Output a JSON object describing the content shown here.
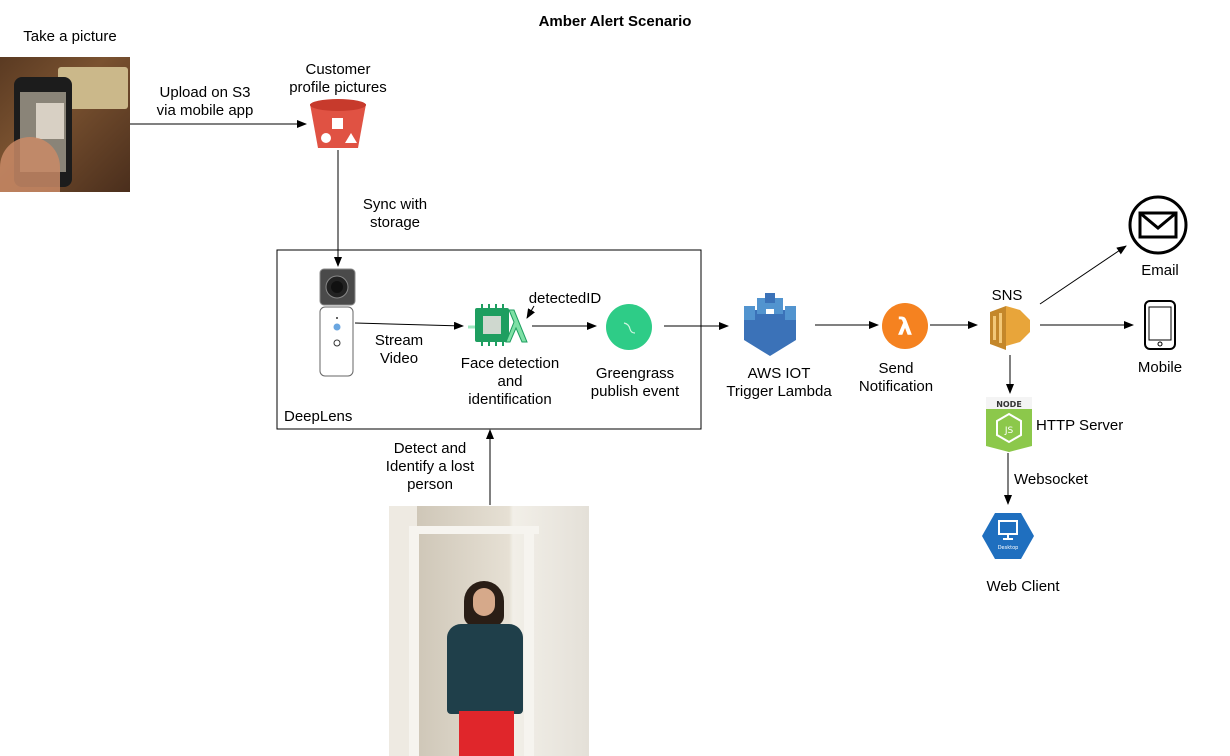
{
  "title": "Amber Alert Scenario",
  "nodes": {
    "take_picture": {
      "label": "Take a picture"
    },
    "s3_bucket": {
      "label_line1": "Customer",
      "label_line2": "profile pictures",
      "color": "#e05243"
    },
    "deeplens_group": {
      "label": "DeepLens"
    },
    "face_detection": {
      "label_line1": "Face detection",
      "label_line2": "and",
      "label_line3": "identification",
      "color": "#3bbf7a"
    },
    "greengrass": {
      "label_line1": "Greengrass",
      "label_line2": "publish event",
      "color": "#2ecc87"
    },
    "aws_iot": {
      "label_line1": "AWS IOT",
      "label_line2": "Trigger Lambda",
      "color": "#3b72b8"
    },
    "lambda": {
      "label_line1": "Send",
      "label_line2": "Notification",
      "color": "#f58220"
    },
    "sns": {
      "label": "SNS",
      "color": "#e8a53a"
    },
    "email": {
      "label": "Email"
    },
    "mobile": {
      "label": "Mobile"
    },
    "http_server": {
      "label": "HTTP Server",
      "badge": "NODE",
      "color": "#8cc84b"
    },
    "web_client": {
      "label": "Web Client",
      "badge": "Desktop",
      "color": "#1f6fbf"
    }
  },
  "edges": {
    "upload": {
      "label_line1": "Upload on S3",
      "label_line2": "via mobile app"
    },
    "sync": {
      "label_line1": "Sync with",
      "label_line2": "storage"
    },
    "stream": {
      "label_line1": "Stream",
      "label_line2": "Video"
    },
    "detected_id": {
      "label": "detectedID"
    },
    "detect": {
      "label_line1": "Detect and",
      "label_line2": "Identify a lost",
      "label_line3": "person"
    },
    "websocket": {
      "label": "Websocket"
    }
  }
}
